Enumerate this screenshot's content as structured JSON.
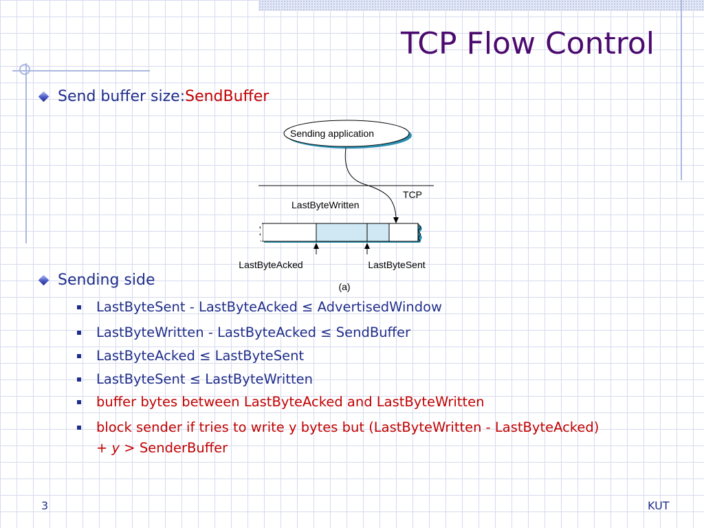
{
  "title": "TCP Flow Control",
  "bullets": {
    "send_buffer": {
      "label": "Send buffer size: ",
      "value": "SendBuffer"
    },
    "sending_side": "Sending side"
  },
  "sub_bullets": [
    {
      "text": "LastByteSent - LastByteAcked ≤ AdvertisedWindow"
    },
    {
      "text": "LastByteWritten - LastByteAcked ≤ SendBuffer"
    },
    {
      "text": "LastByteAcked ≤ LastByteSent"
    },
    {
      "text": "LastByteSent ≤ LastByteWritten"
    },
    {
      "text": "buffer bytes between LastByteAcked and LastByteWritten"
    },
    {
      "line1": "block sender if tries to write y bytes but (LastByteWritten - LastByteAcked)",
      "line2_plus": "+ ",
      "line2_var": "y",
      "line2_rest": " > SenderBuffer"
    }
  ],
  "diagram": {
    "app_label": "Sending application",
    "tcp_label": "TCP",
    "last_byte_written": "LastByteWritten",
    "last_byte_acked": "LastByteAcked",
    "last_byte_sent": "LastByteSent",
    "caption": "(a)"
  },
  "footer": {
    "page_number": "3",
    "org": "KUT"
  },
  "colors": {
    "title": "#4b0a6e",
    "body_text": "#1f2d8a",
    "highlight_red": "#c00000",
    "buffer_fill": "#cfe8f4",
    "buffer_shadow": "#2a8fb0",
    "grid": "#d6dbee"
  }
}
